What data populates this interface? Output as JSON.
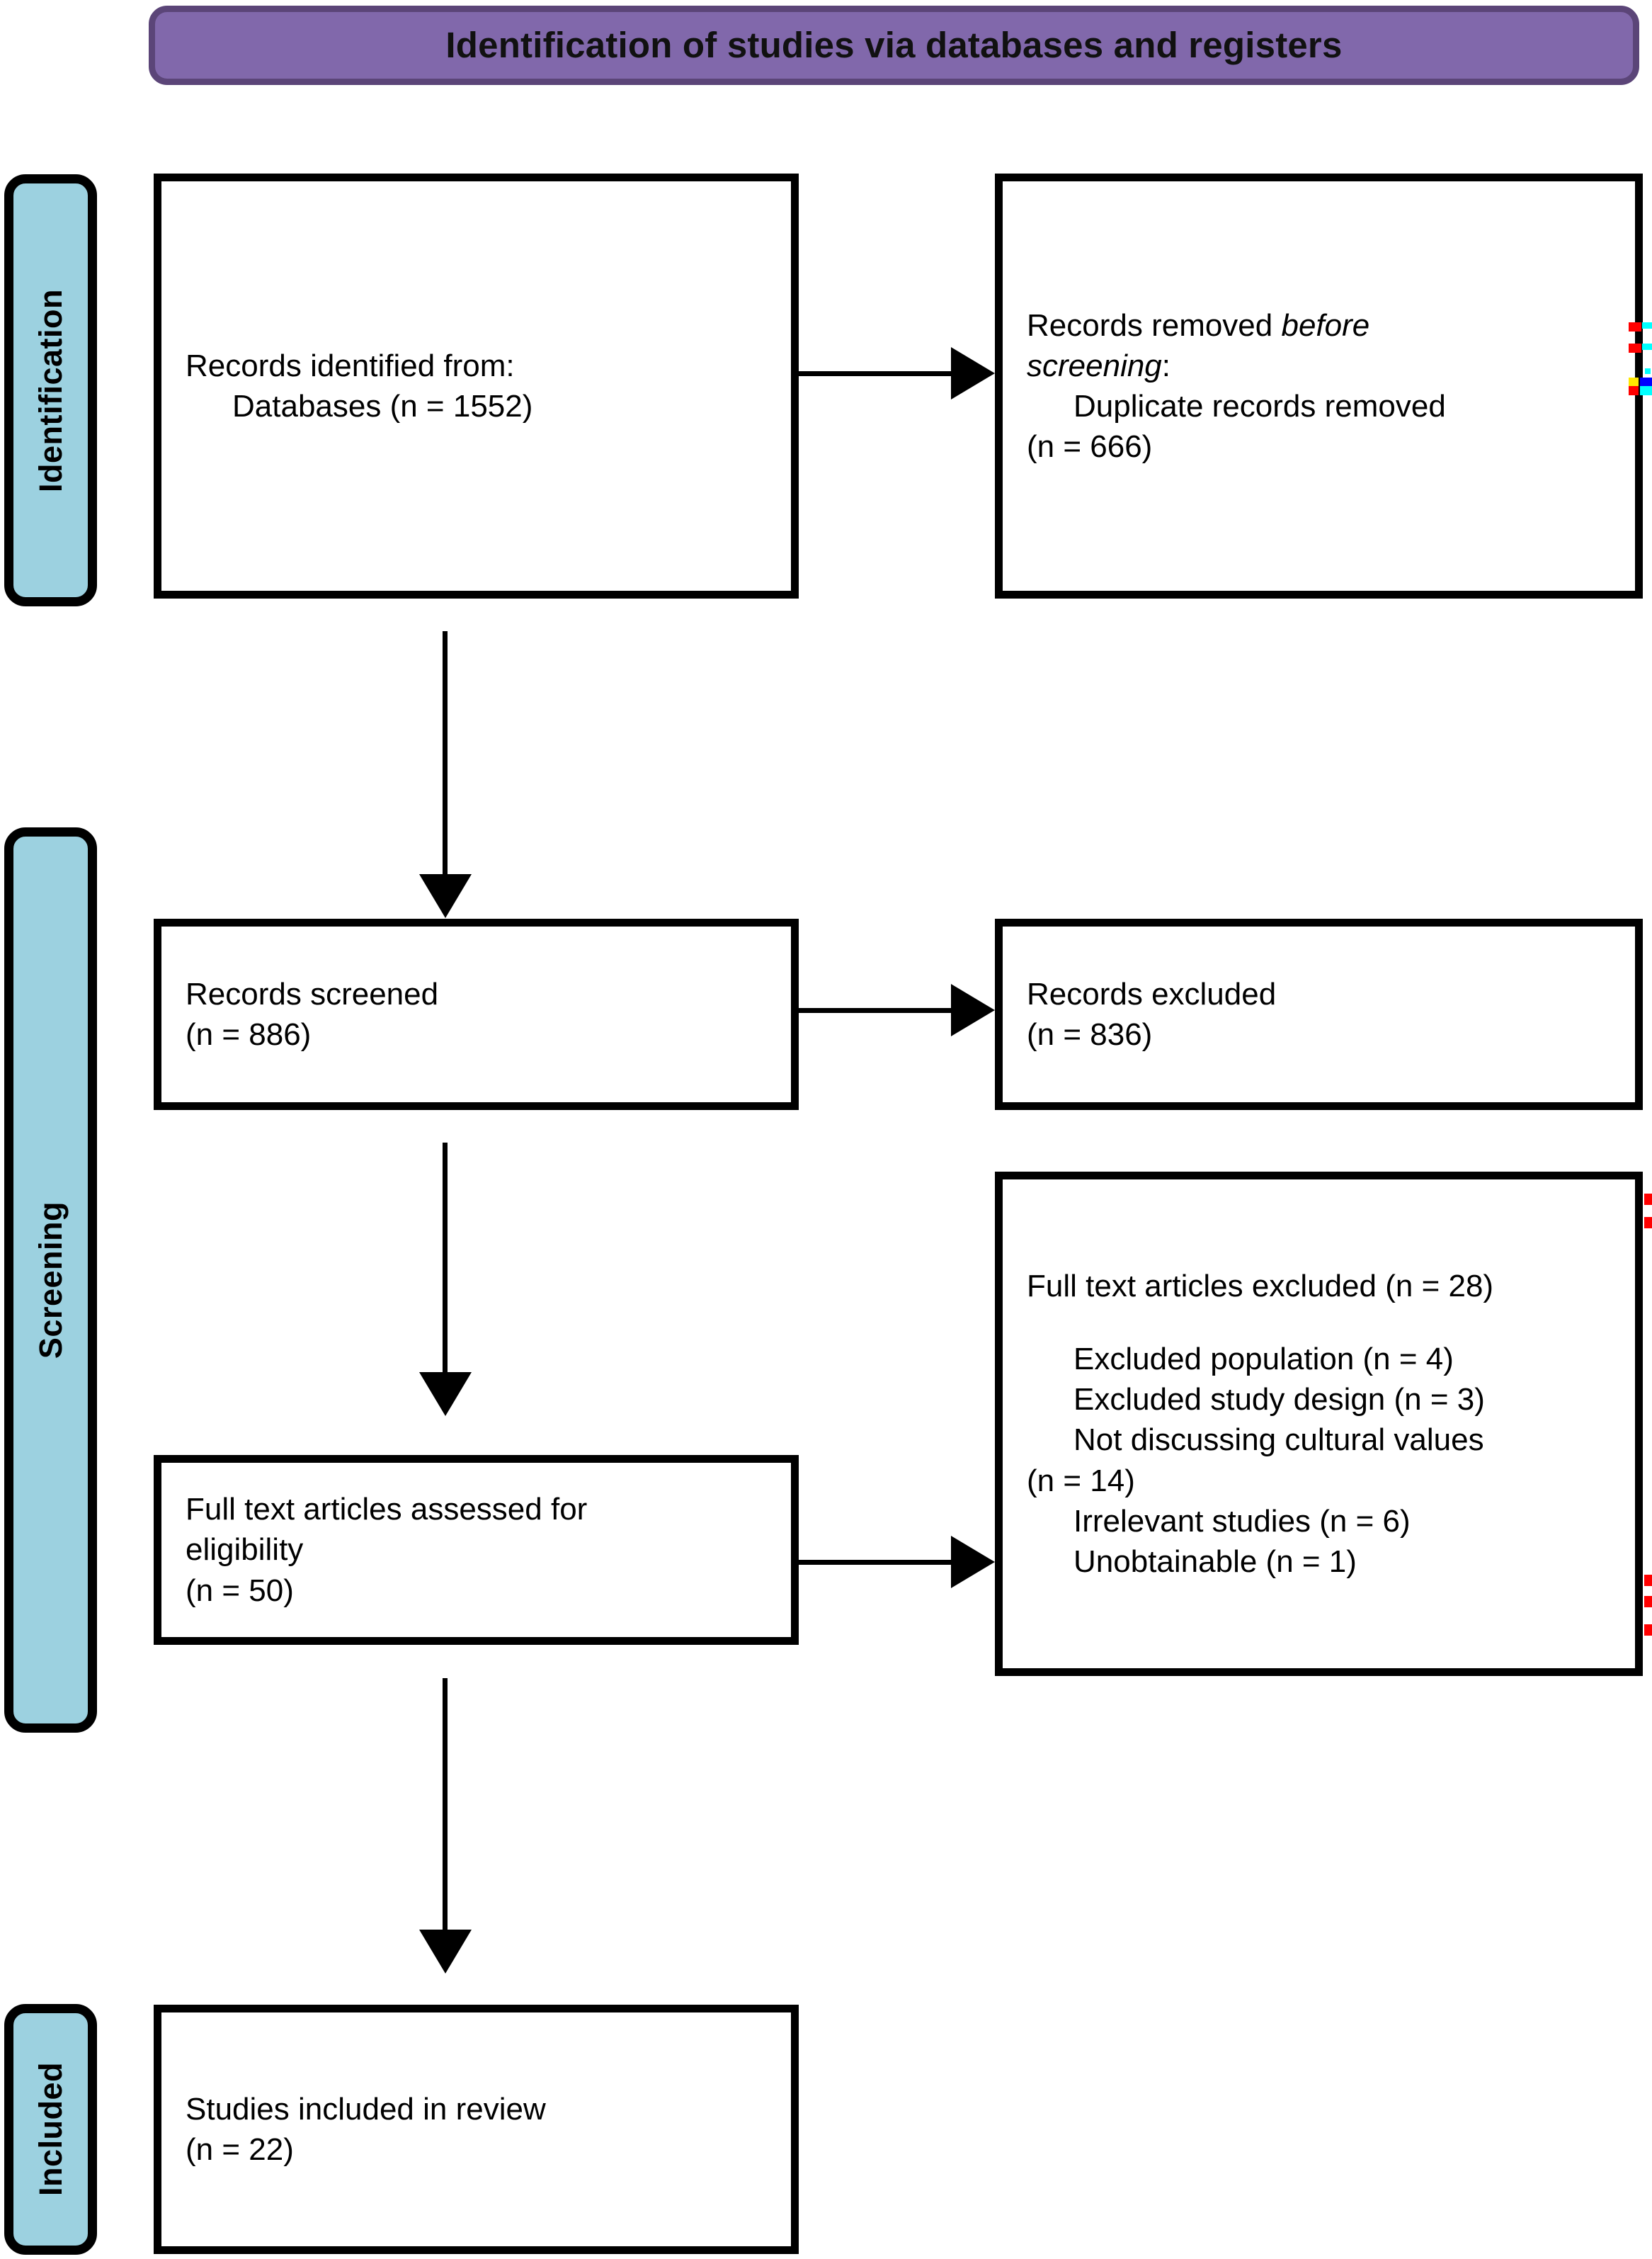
{
  "header": {
    "title": "Identification of studies via databases and registers",
    "fill_color": "#8168AB",
    "border_color": "#5B4578"
  },
  "stages": [
    {
      "label": "Identification",
      "fill_color": "#9CD1E0"
    },
    {
      "label": "Screening",
      "fill_color": "#9CD1E0"
    },
    {
      "label": "Included",
      "fill_color": "#9CD1E0"
    }
  ],
  "boxes": {
    "identified": {
      "line1": "Records identified from:",
      "line2": "Databases (n = 1552)"
    },
    "removed": {
      "line1_a": "Records removed ",
      "line1_b": "before",
      "line2_a": "screening",
      "line2_b": ":",
      "line3": "Duplicate records removed",
      "line4": "(n = 666)"
    },
    "screened": {
      "line1": "Records screened",
      "line2": "(n = 886)"
    },
    "excluded": {
      "line1": "Records excluded",
      "line2": "(n = 836)"
    },
    "assessed": {
      "line1": "Full text articles assessed for",
      "line2": "eligibility",
      "line3": "(n = 50)"
    },
    "fulltext_excluded": {
      "heading": "Full text articles excluded (n = 28)",
      "reasons": [
        "Excluded population (n = 4)",
        "Excluded study design (n = 3)",
        "Not discussing cultural values",
        "(n = 14)",
        "Irrelevant studies (n = 6)",
        "Unobtainable (n = 1)"
      ]
    },
    "included": {
      "line1": "Studies included in review",
      "line2": "(n = 22)"
    }
  },
  "marker_colors": {
    "red": "#FF0000",
    "cyan": "#00FFFF",
    "yellow": "#FFE800",
    "blue": "#0000FF"
  },
  "chart_data": {
    "type": "diagram",
    "title": "Identification of studies via databases and registers",
    "nodes": [
      {
        "id": "identified",
        "stage": "Identification",
        "label": "Records identified from: Databases",
        "n": 1552
      },
      {
        "id": "removed",
        "stage": "Identification",
        "label": "Records removed before screening: Duplicate records removed",
        "n": 666
      },
      {
        "id": "screened",
        "stage": "Screening",
        "label": "Records screened",
        "n": 886
      },
      {
        "id": "excluded",
        "stage": "Screening",
        "label": "Records excluded",
        "n": 836
      },
      {
        "id": "assessed",
        "stage": "Screening",
        "label": "Full text articles assessed for eligibility",
        "n": 50
      },
      {
        "id": "fulltext_excluded",
        "stage": "Screening",
        "label": "Full text articles excluded",
        "n": 28,
        "breakdown": [
          {
            "reason": "Excluded population",
            "n": 4
          },
          {
            "reason": "Excluded study design",
            "n": 3
          },
          {
            "reason": "Not discussing cultural values",
            "n": 14
          },
          {
            "reason": "Irrelevant studies",
            "n": 6
          },
          {
            "reason": "Unobtainable",
            "n": 1
          }
        ]
      },
      {
        "id": "included",
        "stage": "Included",
        "label": "Studies included in review",
        "n": 22
      }
    ],
    "edges": [
      {
        "from": "identified",
        "to": "removed",
        "direction": "right"
      },
      {
        "from": "identified",
        "to": "screened",
        "direction": "down"
      },
      {
        "from": "screened",
        "to": "excluded",
        "direction": "right"
      },
      {
        "from": "screened",
        "to": "assessed",
        "direction": "down"
      },
      {
        "from": "assessed",
        "to": "fulltext_excluded",
        "direction": "right"
      },
      {
        "from": "assessed",
        "to": "included",
        "direction": "down"
      }
    ]
  }
}
